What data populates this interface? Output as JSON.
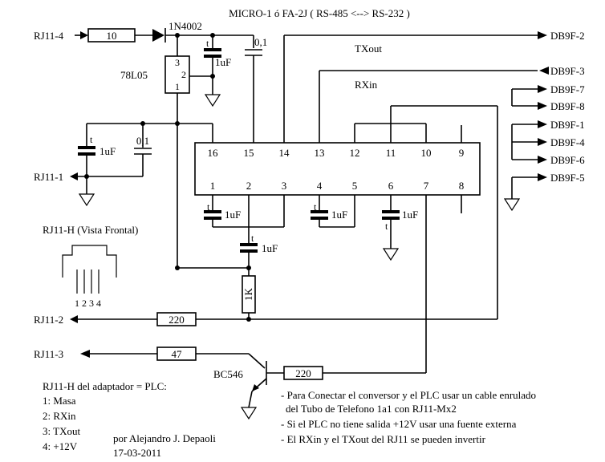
{
  "title": "MICRO-1 ó FA-2J ( RS-485 <--> RS-232 )",
  "connectors": {
    "rj11_4": "RJ11-4",
    "rj11_1": "RJ11-1",
    "rj11_2": "RJ11-2",
    "rj11_3": "RJ11-3",
    "db9f_2": "DB9F-2",
    "db9f_3": "DB9F-3",
    "db9f_7": "DB9F-7",
    "db9f_8": "DB9F-8",
    "db9f_1": "DB9F-1",
    "db9f_4": "DB9F-4",
    "db9f_6": "DB9F-6",
    "db9f_5": "DB9F-5"
  },
  "signals": {
    "txout": "TXout",
    "rxin": "RXin"
  },
  "components": {
    "r_10": "10",
    "diode": "1N4002",
    "cap_01_top": "0,1",
    "cap_1uf_top": "1uF",
    "regulator": "78L05",
    "reg_pin3": "3",
    "reg_pin2": "2",
    "reg_pin1": "1",
    "cap_1uf_left": "1uF",
    "cap_01_left": "0,1",
    "cap_1uf_c1": "1uF",
    "cap_1uf_c2": "1uF",
    "cap_1uf_c3": "1uF",
    "cap_1uf_c4": "1uF",
    "r_1k": "1K",
    "r_220_a": "220",
    "r_47": "47",
    "transistor": "BC546",
    "r_220_b": "220",
    "polarity_mark": "t"
  },
  "ic_pins_top": [
    "16",
    "15",
    "14",
    "13",
    "12",
    "11",
    "10",
    "9"
  ],
  "ic_pins_bottom": [
    "1",
    "2",
    "3",
    "4",
    "5",
    "6",
    "7",
    "8"
  ],
  "rj11h": {
    "title": "RJ11-H (Vista Frontal)",
    "pins": "1 2 3 4"
  },
  "legend": {
    "title": "RJ11-H del adaptador = PLC:",
    "items": [
      "1: Masa",
      "2: RXin",
      "3: TXout",
      "4: +12V"
    ]
  },
  "author": {
    "name": "por Alejandro J. Depaoli",
    "date": "17-03-2011"
  },
  "notes": [
    "- Para Conectar el conversor y el PLC usar un cable enrulado",
    "del Tubo de Telefono 1a1 con RJ11-Mx2",
    "- Si el PLC no tiene salida +12V usar una fuente externa",
    "- El RXin y el TXout del RJ11 se pueden invertir"
  ]
}
